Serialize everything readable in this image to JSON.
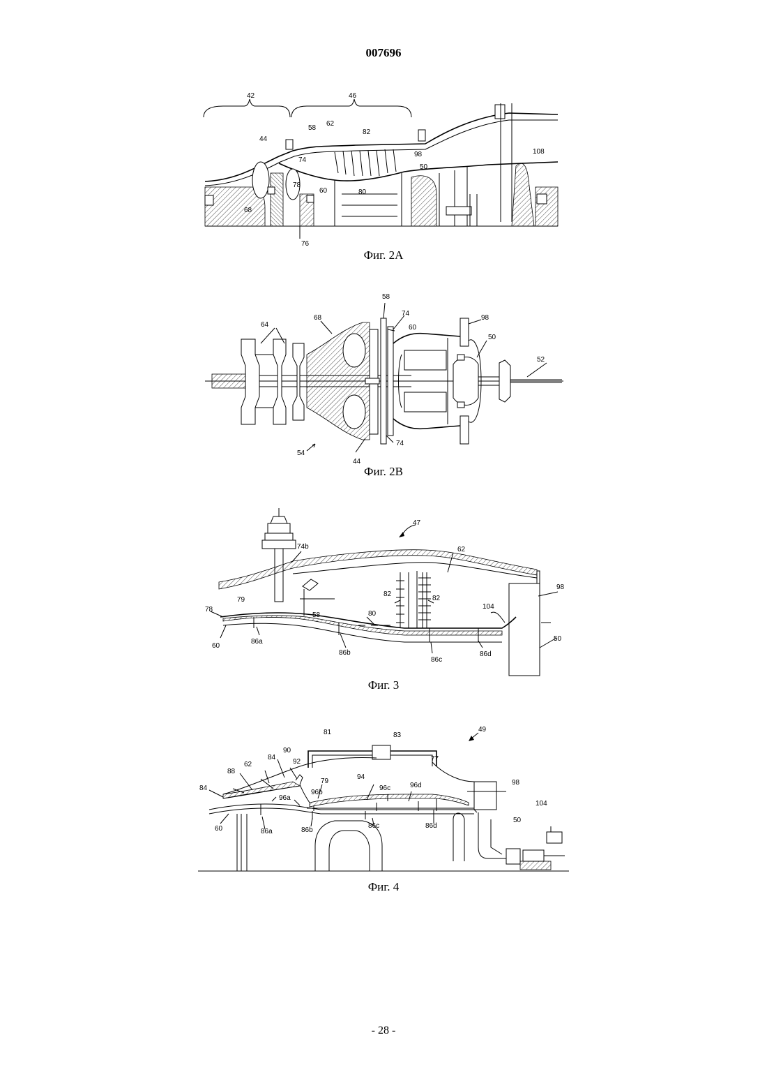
{
  "document": {
    "patent_number": "007696",
    "page_number": "- 28 -"
  },
  "figures": [
    {
      "caption": "Фиг. 2А",
      "labels": [
        "42",
        "46",
        "62",
        "58",
        "82",
        "44",
        "74",
        "78",
        "60",
        "80",
        "98",
        "50",
        "108",
        "68",
        "76"
      ]
    },
    {
      "caption": "Фиг. 2В",
      "labels": [
        "58",
        "74",
        "68",
        "64",
        "60",
        "98",
        "50",
        "52",
        "54",
        "44",
        "74"
      ]
    },
    {
      "caption": "Фиг. 3",
      "labels": [
        "47",
        "74b",
        "62",
        "98",
        "82",
        "82",
        "79",
        "58",
        "80",
        "104",
        "78",
        "60",
        "86a",
        "86b",
        "86c",
        "86d",
        "50"
      ]
    },
    {
      "caption": "Фиг. 4",
      "labels": [
        "81",
        "83",
        "49",
        "77",
        "98",
        "104",
        "84",
        "90",
        "62",
        "92",
        "88",
        "79",
        "94",
        "96c",
        "96d",
        "84",
        "96a",
        "96b",
        "60",
        "86a",
        "86b",
        "86c",
        "86d",
        "50"
      ]
    }
  ]
}
